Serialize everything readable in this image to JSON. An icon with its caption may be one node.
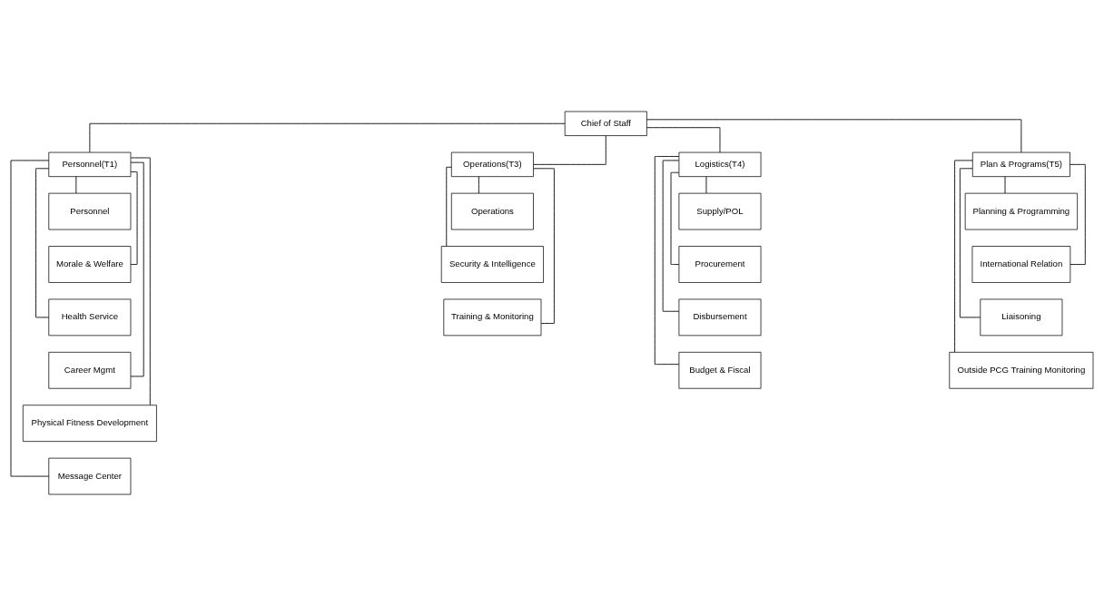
{
  "diagram": {
    "nodes": [
      {
        "text": [
          "Chief of Staff"
        ]
      },
      {
        "text": [
          "Personnel(T1)"
        ]
      },
      {
        "text": [
          "Operations(T3)"
        ]
      },
      {
        "text": [
          "Logistics(T4)"
        ]
      },
      {
        "text": [
          "Plan & Programs(T5)"
        ]
      },
      {
        "text": [
          "Personnel"
        ]
      },
      {
        "text": [
          "Morale & Welfare"
        ]
      },
      {
        "text": [
          "Health Service"
        ]
      },
      {
        "text": [
          "Career Mgmt"
        ]
      },
      {
        "text": [
          "Physical Fitness Development"
        ]
      },
      {
        "text": [
          "Message Center"
        ]
      },
      {
        "text": [
          "Operations"
        ]
      },
      {
        "text": [
          "Security & Intelligence"
        ]
      },
      {
        "text": [
          "Training & Monitoring"
        ]
      },
      {
        "text": [
          "Supply/POL"
        ]
      },
      {
        "text": [
          "Procurement"
        ]
      },
      {
        "text": [
          "Disbursement"
        ]
      },
      {
        "text": [
          "Budget & Fiscal"
        ]
      },
      {
        "text": [
          "Planning & Programming"
        ]
      },
      {
        "text": [
          "International Relation"
        ]
      },
      {
        "text": [
          "Liaisoning"
        ]
      },
      {
        "text": [
          "Outside PCG Training Monitoring"
        ]
      }
    ],
    "edges": [
      {
        "from": 0,
        "to": 1,
        "arrow": "none"
      },
      {
        "from": 0,
        "to": 2,
        "arrow": "none"
      },
      {
        "from": 0,
        "to": 3,
        "arrow": "none"
      },
      {
        "from": 0,
        "to": 4,
        "arrow": "none"
      },
      {
        "from": 1,
        "to": 5,
        "arrow": "none"
      },
      {
        "from": 1,
        "to": 6,
        "arrow": "none"
      },
      {
        "from": 1,
        "to": 7,
        "arrow": "none"
      },
      {
        "from": 1,
        "to": 8,
        "arrow": "none"
      },
      {
        "from": 1,
        "to": 9,
        "arrow": "none"
      },
      {
        "from": 1,
        "to": 10,
        "arrow": "none"
      },
      {
        "from": 2,
        "to": 11,
        "arrow": "none"
      },
      {
        "from": 2,
        "to": 12,
        "arrow": "none"
      },
      {
        "from": 2,
        "to": 13,
        "arrow": "none"
      },
      {
        "from": 3,
        "to": 14,
        "arrow": "none"
      },
      {
        "from": 3,
        "to": 15,
        "arrow": "none"
      },
      {
        "from": 3,
        "to": 16,
        "arrow": "none"
      },
      {
        "from": 3,
        "to": 17,
        "arrow": "none"
      },
      {
        "from": 4,
        "to": 18,
        "arrow": "none"
      },
      {
        "from": 4,
        "to": 19,
        "arrow": "none"
      },
      {
        "from": 4,
        "to": 20,
        "arrow": "none"
      },
      {
        "from": 4,
        "to": 21,
        "arrow": "none"
      }
    ]
  }
}
